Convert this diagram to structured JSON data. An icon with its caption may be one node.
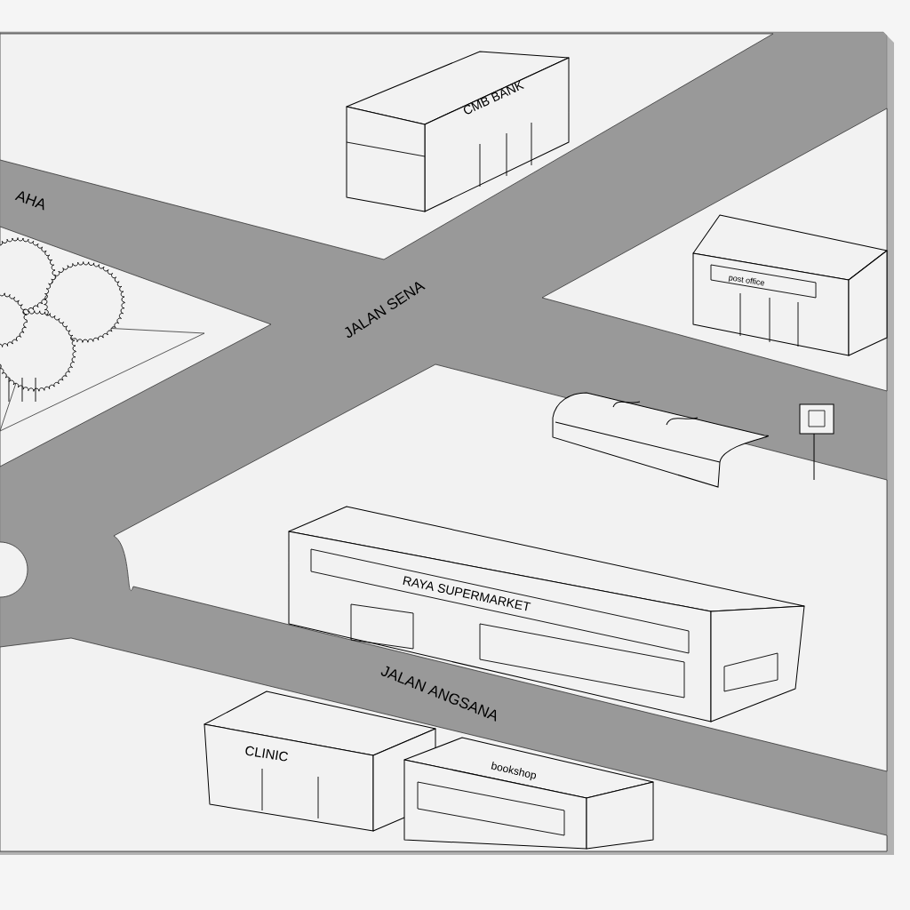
{
  "diagram": {
    "nodes": [
      {
        "text": [
          "CMB BANK"
        ]
      },
      {
        "text": [
          "post office"
        ]
      },
      {
        "text": [
          "RAYA SUPERMARKET"
        ]
      },
      {
        "text": [
          "CLINIC"
        ]
      },
      {
        "text": [
          "bookshop"
        ]
      }
    ],
    "labels": [
      "AHA",
      "JALAN SENA",
      "JALAN ANGSANA"
    ]
  }
}
